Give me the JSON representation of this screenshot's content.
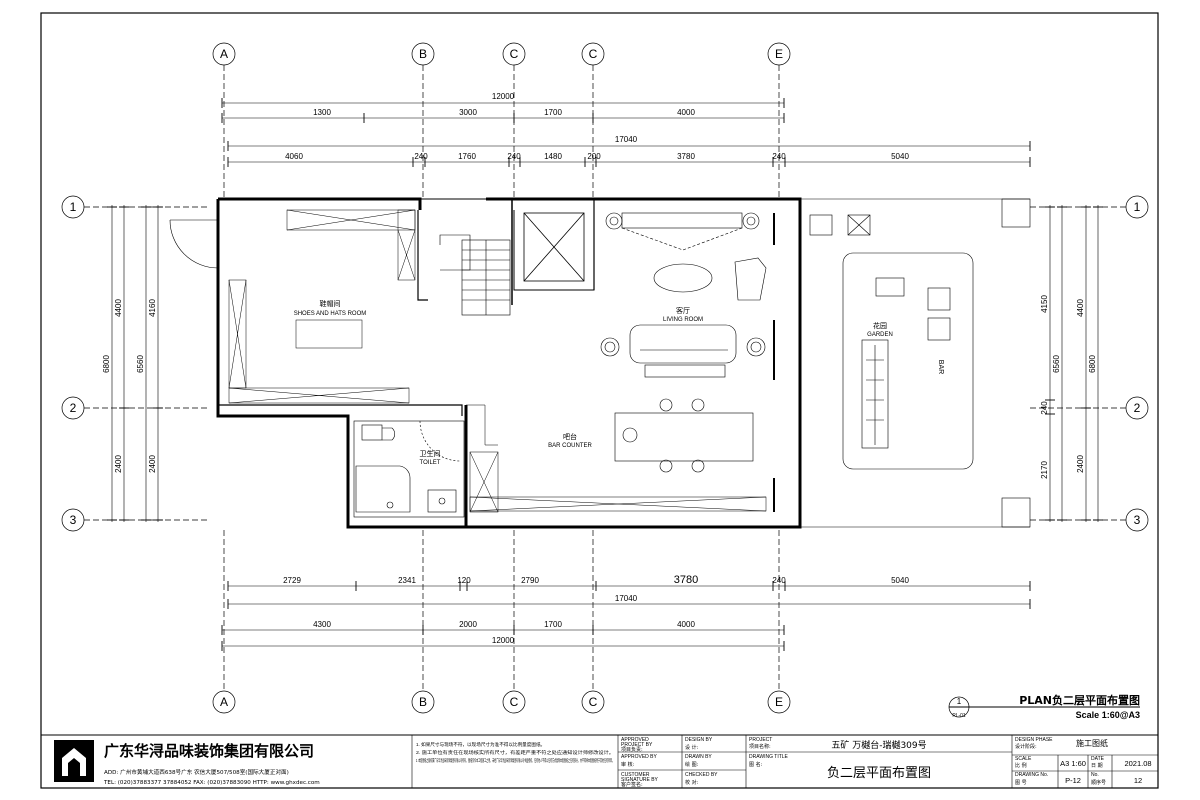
{
  "grid_cols": [
    {
      "id": "col-a",
      "label": "A"
    },
    {
      "id": "col-b",
      "label": "B"
    },
    {
      "id": "col-c1",
      "label": "C"
    },
    {
      "id": "col-c2",
      "label": "C"
    },
    {
      "id": "col-e",
      "label": "E"
    }
  ],
  "grid_rows": [
    {
      "id": "row-1",
      "label": "1"
    },
    {
      "id": "row-2",
      "label": "2"
    },
    {
      "id": "row-3",
      "label": "3"
    }
  ],
  "dims": {
    "top_total": "12000",
    "top_seg": [
      "1300",
      "3000",
      "1700",
      "4000"
    ],
    "top_total2": "17040",
    "top_detail": [
      "4060",
      "240",
      "1760",
      "240",
      "1480",
      "200",
      "3780",
      "240",
      "5040"
    ],
    "bottom_detail": [
      "2729",
      "2341",
      "120",
      "2790",
      "3780",
      "240",
      "5040"
    ],
    "bottom_total": "17040",
    "bottom_seg": [
      "4300",
      "2000",
      "1700",
      "4000"
    ],
    "bottom_total2": "12000",
    "left_outer_total": "6800",
    "left_outer": [
      "4400",
      "2400"
    ],
    "left_inner_total": "6560",
    "left_inner": [
      "4160",
      "2400"
    ],
    "right_inner_total": "6560",
    "right_inner": [
      "4150",
      "240",
      "2170"
    ],
    "right_outer_total": "6800",
    "right_outer": [
      "4400",
      "2400"
    ]
  },
  "rooms": {
    "shoe_cn": "鞋帽间",
    "shoe_en": "SHOES AND HATS ROOM",
    "living_cn": "客厅",
    "living_en": "LIVING ROOM",
    "bar_cn": "吧台",
    "bar_en": "BAR COUNTER",
    "toilet_cn": "卫生间",
    "toilet_en": "TOILET",
    "garden_cn": "花园",
    "garden_en": "GARDEN",
    "bar_label": "BAR"
  },
  "drawing_title": {
    "number": "1",
    "sub": "PL-01",
    "title": "PLAN负二层平面布置图",
    "scale": "Scale 1:60@A3"
  },
  "title_block": {
    "company": "广东华浔品味装饰集团有限公司",
    "address": "ADD: 广州市黄埔大道西638号广东 农信大厦507/508室(国际大厦正对面)",
    "contact": "TEL: (020)37883377  37884052    FAX: (020)37883090    HTTP: www.ghxdec.com",
    "notes": [
      "1. 如果尺寸与现场不符，以现场尺寸为准不得以比例量度图纸。",
      "2. 施工单位有责任在现场核实所有尺寸，有差距严重不符之处应通知设计师修改设计。",
      "3. 本套图纸之版权属广东华浔品味装饰集团有限公司所有，图纸仅作本工程施工之用，未经广东华浔品味装饰集团有限公司书面授权，任何他人不得以任何方式复制本套图纸之任何部分，亦不得将本套图纸用于其他任何项目。"
    ],
    "approved_en": "APPROVED",
    "approved_by_en": "PROJECT BY",
    "approved_cn": "项目负责:",
    "design_en": "DESIGN BY",
    "design_cn": "设 计:",
    "reviewed_en": "APPROVED BY",
    "reviewed_cn": "审 核:",
    "drawn_en": "DRAWN BY",
    "drawn_cn": "绘 图:",
    "customer_en": "CUSTOMER",
    "customer_sig_en": "SIGNATURE BY",
    "customer_cn": "客户签名:",
    "checked_en": "CHECKED BY",
    "checked_cn": "校 对:",
    "project_en": "PROJECT",
    "project_cn": "项目名称:",
    "project_name": "五矿 万樾台-瑞樾309号",
    "dtitle_en": "DRAWING TITLE",
    "dtitle_cn": "图 名:",
    "dtitle": "负二层平面布置图",
    "phase_en": "DESIGN PHASE",
    "phase_cn": "设计阶段:",
    "phase": "施工图纸",
    "scale_en": "SCALE",
    "scale_cn": "比 例",
    "scale": "A3 1:60",
    "date_en": "DATE",
    "date_cn": "日 期",
    "date": "2021.08",
    "dno_en": "DRAWING No.",
    "dno_cn": "图 号",
    "dno": "P-12",
    "sheet_en": "No.",
    "sheet_cn": "顺序号",
    "sheet": "12"
  }
}
